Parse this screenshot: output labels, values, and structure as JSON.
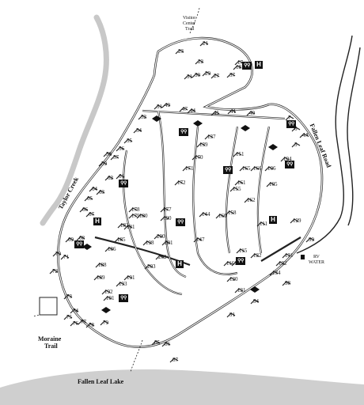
{
  "labels": {
    "visitor_center_trail_1": "Visitor",
    "visitor_center_trail_2": "Center",
    "visitor_center_trail_3": "Trail",
    "taylor_creek": "Taylor Creek",
    "fallen_leaf_road": "Fallen Leaf Road",
    "moraine_trail_1": "Moraine",
    "moraine_trail_2": "Trail",
    "fallen_leaf_lake": "Fallen Leaf Lake",
    "rv_water_1": "RV",
    "rv_water_2": "WATER"
  },
  "icons": {
    "restroom_glyph": "⚲⚲",
    "host_glyph": "H",
    "colors": {
      "ink": "#111111",
      "creek": "#c8c8c8",
      "lake": "#cfcfcf",
      "road": "#222222"
    }
  },
  "sites": [
    "17",
    "18",
    "21",
    "22",
    "23",
    "27",
    "29",
    "30",
    "31",
    "37",
    "40",
    "41",
    "44",
    "45",
    "47",
    "49",
    "51",
    "52",
    "54",
    "55",
    "56",
    "57",
    "58",
    "59",
    "61",
    "62",
    "63",
    "64",
    "65",
    "66",
    "67",
    "68",
    "69",
    "70",
    "71",
    "72",
    "73",
    "74",
    "75",
    "76",
    "77",
    "78",
    "79",
    "85",
    "86",
    "87",
    "91",
    "94",
    "98",
    "99",
    "101",
    "104",
    "105",
    "106",
    "111",
    "115",
    "116",
    "119",
    "120",
    "121",
    "122",
    "129",
    "131",
    "132",
    "134",
    "137",
    "139",
    "144",
    "147",
    "151",
    "155",
    "158",
    "160",
    "161",
    "162",
    "165",
    "166",
    "170",
    "171",
    "172",
    "177",
    "178",
    "179",
    "180",
    "181",
    "182",
    "185",
    "186",
    "188",
    "189",
    "190",
    "191",
    "192",
    "193",
    "198",
    "200",
    "201",
    "202",
    "203",
    "4A",
    "5",
    "6",
    "7"
  ]
}
